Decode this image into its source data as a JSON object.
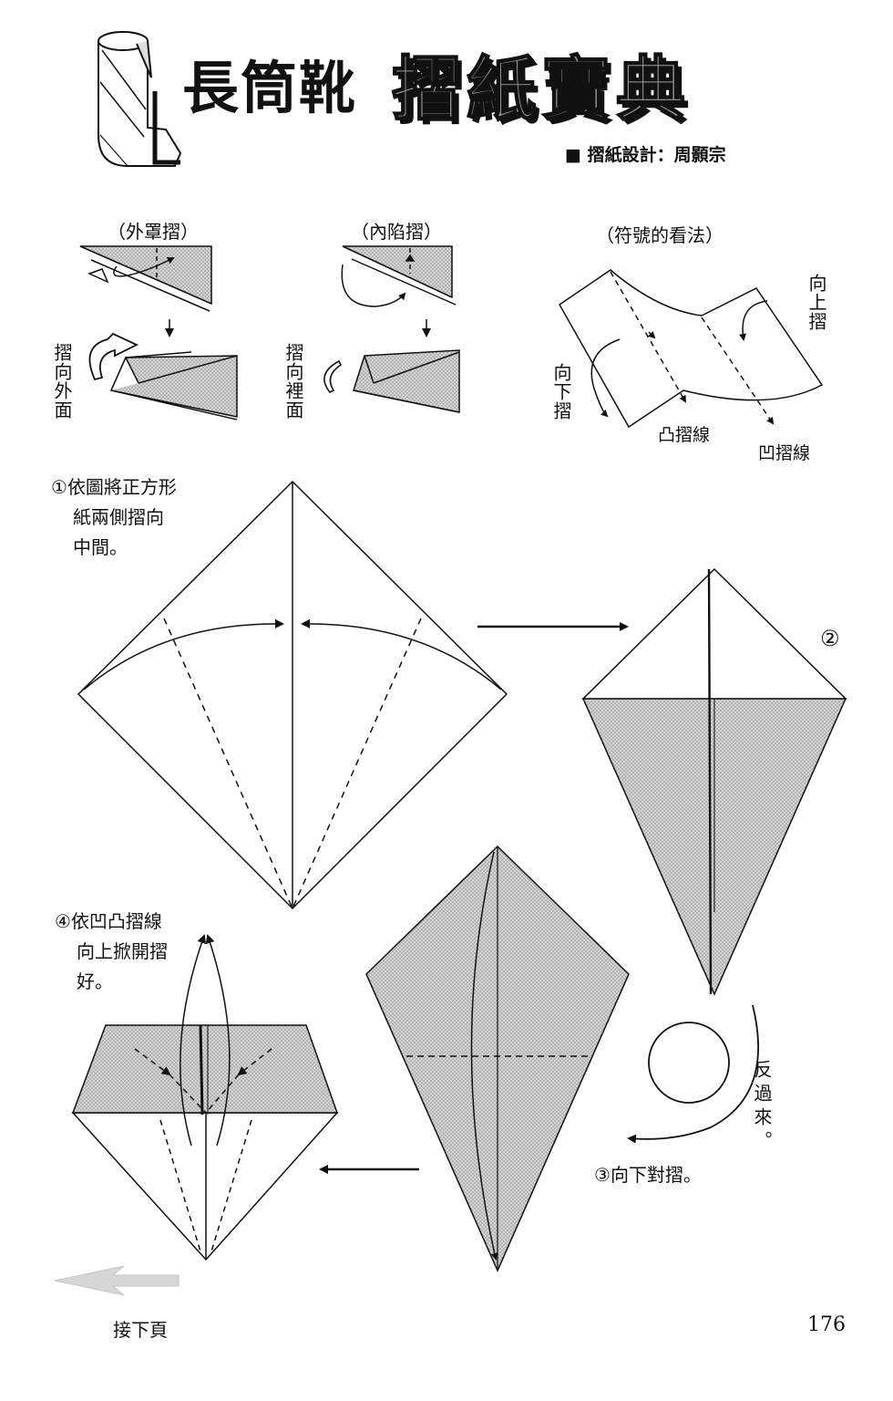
{
  "header": {
    "title": "長筒靴",
    "brand": "摺紙寶典",
    "designer": "■ 摺紙設計：周顥宗"
  },
  "legend": {
    "outer_fold": {
      "label": "（外罩摺）",
      "direction": "摺向外面"
    },
    "inner_fold": {
      "label": "（內陷摺）",
      "direction": "摺向裡面"
    },
    "symbols": {
      "label": "（符號的看法）",
      "up_fold": "向上摺",
      "down_fold": "向下摺",
      "mountain_line": "凸摺線",
      "valley_line": "凹摺線"
    }
  },
  "steps": [
    {
      "number": "①",
      "text_lines": [
        "依圖將正方形",
        "紙兩側摺向",
        "中間。"
      ]
    },
    {
      "number": "②",
      "text_lines": []
    },
    {
      "number": "③",
      "text_lines": [
        "向下對摺。"
      ]
    },
    {
      "number": "④",
      "text_lines": [
        "依凹凸摺線",
        "向上掀開摺",
        "好。"
      ]
    }
  ],
  "turn_over": "反過來。",
  "footer": {
    "next_page": "接下頁",
    "page_number": "176"
  },
  "colors": {
    "ink": "#111111",
    "paper_shade": "#c8c8c8",
    "arrow_gray": "#d6d6d6"
  }
}
